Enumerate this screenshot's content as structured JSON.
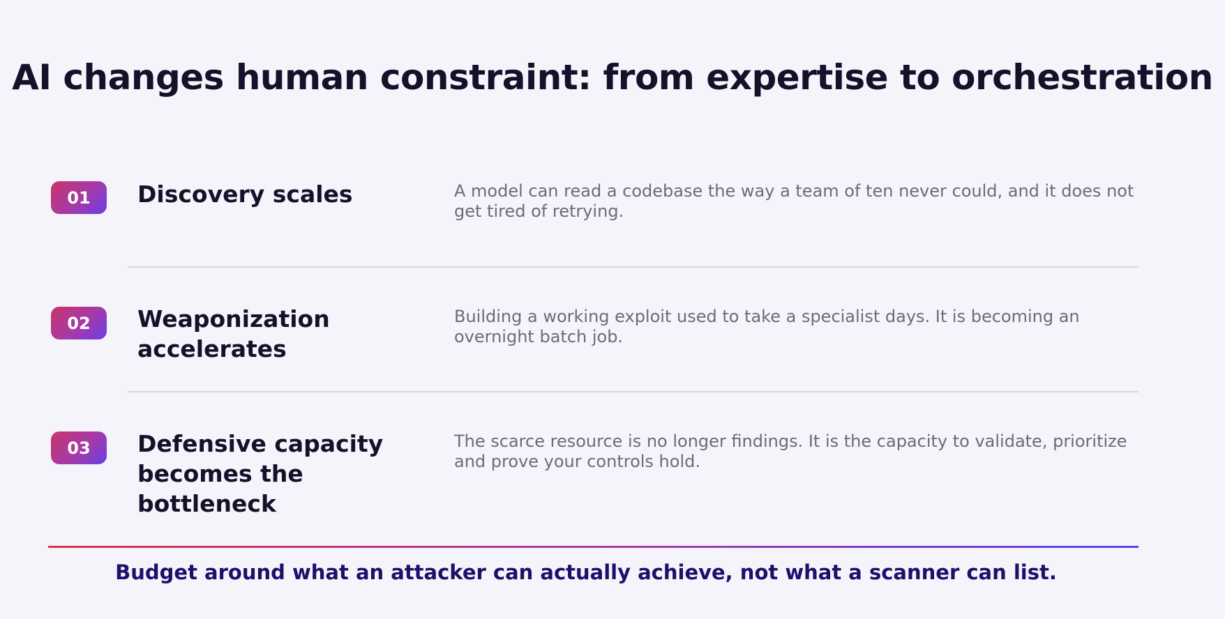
{
  "title": "AI changes human constraint: from expertise to orchestration",
  "rows": [
    {
      "number": "01",
      "title": "Discovery scales",
      "description": "A model can read a codebase the way a team of ten never could, and it does not get tired of retrying."
    },
    {
      "number": "02",
      "title": "Weaponization accelerates",
      "description": "Building a working exploit used to take a specialist days. It is becoming an overnight batch job."
    },
    {
      "number": "03",
      "title": "Defensive capacity becomes the bottleneck",
      "description": "The scarce resource is no longer findings. It is the capacity to validate, prioritize and prove your controls hold."
    }
  ],
  "footer": "Budget around what an attacker can actually achieve, not what a scanner can list.",
  "colors": {
    "background": "#f5f4fa",
    "title": "#14122a",
    "description": "#6a6b7c",
    "footer": "#1d0f6b",
    "badge_gradient_start": "#c9356a",
    "badge_gradient_end": "#6a3ee6"
  }
}
